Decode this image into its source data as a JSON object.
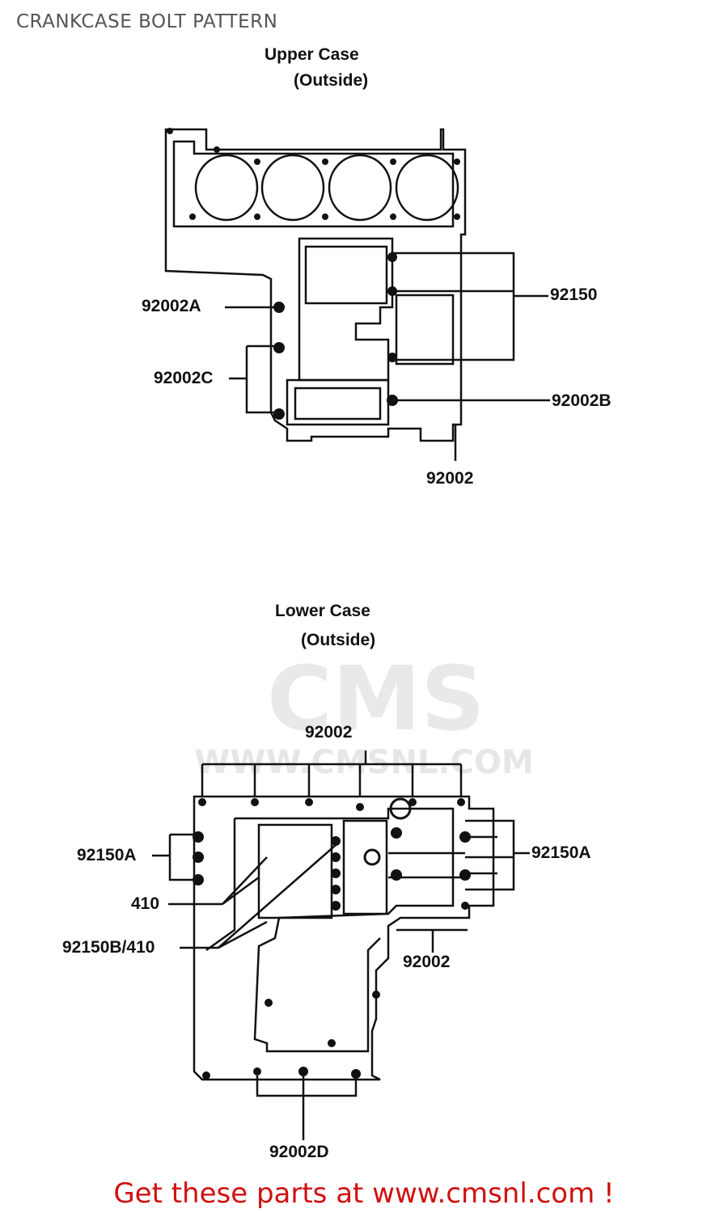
{
  "page_title": "CRANKCASE BOLT PATTERN",
  "upper_case": {
    "title_line1": "Upper Case",
    "title_line2": "(Outside)",
    "labels": {
      "a": "92002A",
      "c": "92002C",
      "p92150": "92150",
      "b": "92002B",
      "plain": "92002"
    }
  },
  "lower_case": {
    "title_line1": "Lower Case",
    "title_line2": "(Outside)",
    "labels": {
      "top": "92002",
      "left_92150a": "92150A",
      "right_92150a": "92150A",
      "p410": "410",
      "p92150b_410": "92150B/410",
      "right_92002": "92002",
      "bottom_d": "92002D"
    }
  },
  "watermark": {
    "brand": "CMS",
    "url": "WWW.CMSNL.COM"
  },
  "footer": {
    "link_text": "Get these parts at www.cmsnl.com !"
  }
}
